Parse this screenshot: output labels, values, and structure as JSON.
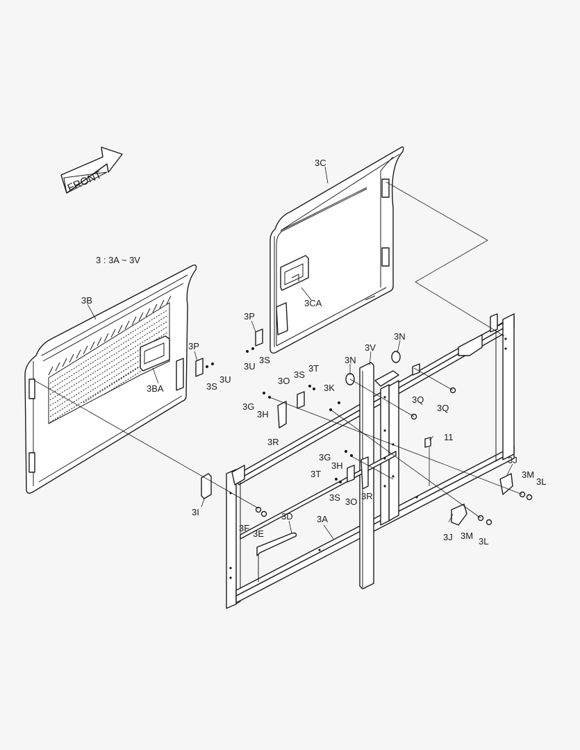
{
  "header": {
    "front_arrow": "FRONT",
    "group_note": "3 : 3A ~ 3V"
  },
  "labels": {
    "l_3C": "3C",
    "l_3CA": "3CA",
    "l_3B": "3B",
    "l_3BA": "3BA",
    "l_3P_a": "3P",
    "l_3P_b": "3P",
    "l_3S_a": "3S",
    "l_3S_b": "3S",
    "l_3S_c": "3S",
    "l_3S_d": "3S",
    "l_3U_a": "3U",
    "l_3U_b": "3U",
    "l_3V": "3V",
    "l_3N_a": "3N",
    "l_3N_b": "3N",
    "l_3T_a": "3T",
    "l_3T_b": "3T",
    "l_3O_a": "3O",
    "l_3O_b": "3O",
    "l_3K": "3K",
    "l_3G_a": "3G",
    "l_3G_b": "3G",
    "l_3H_a": "3H",
    "l_3H_b": "3H",
    "l_3R_a": "3R",
    "l_3R_b": "3R",
    "l_3Q_a": "3Q",
    "l_3Q_b": "3Q",
    "l_11": "11",
    "l_3J_a": "3J",
    "l_3J_b": "3J",
    "l_3M_a": "3M",
    "l_3M_b": "3M",
    "l_3L_a": "3L",
    "l_3L_b": "3L",
    "l_3I": "3I",
    "l_3F": "3F",
    "l_3E": "3E",
    "l_3D": "3D",
    "l_3A": "3A"
  }
}
